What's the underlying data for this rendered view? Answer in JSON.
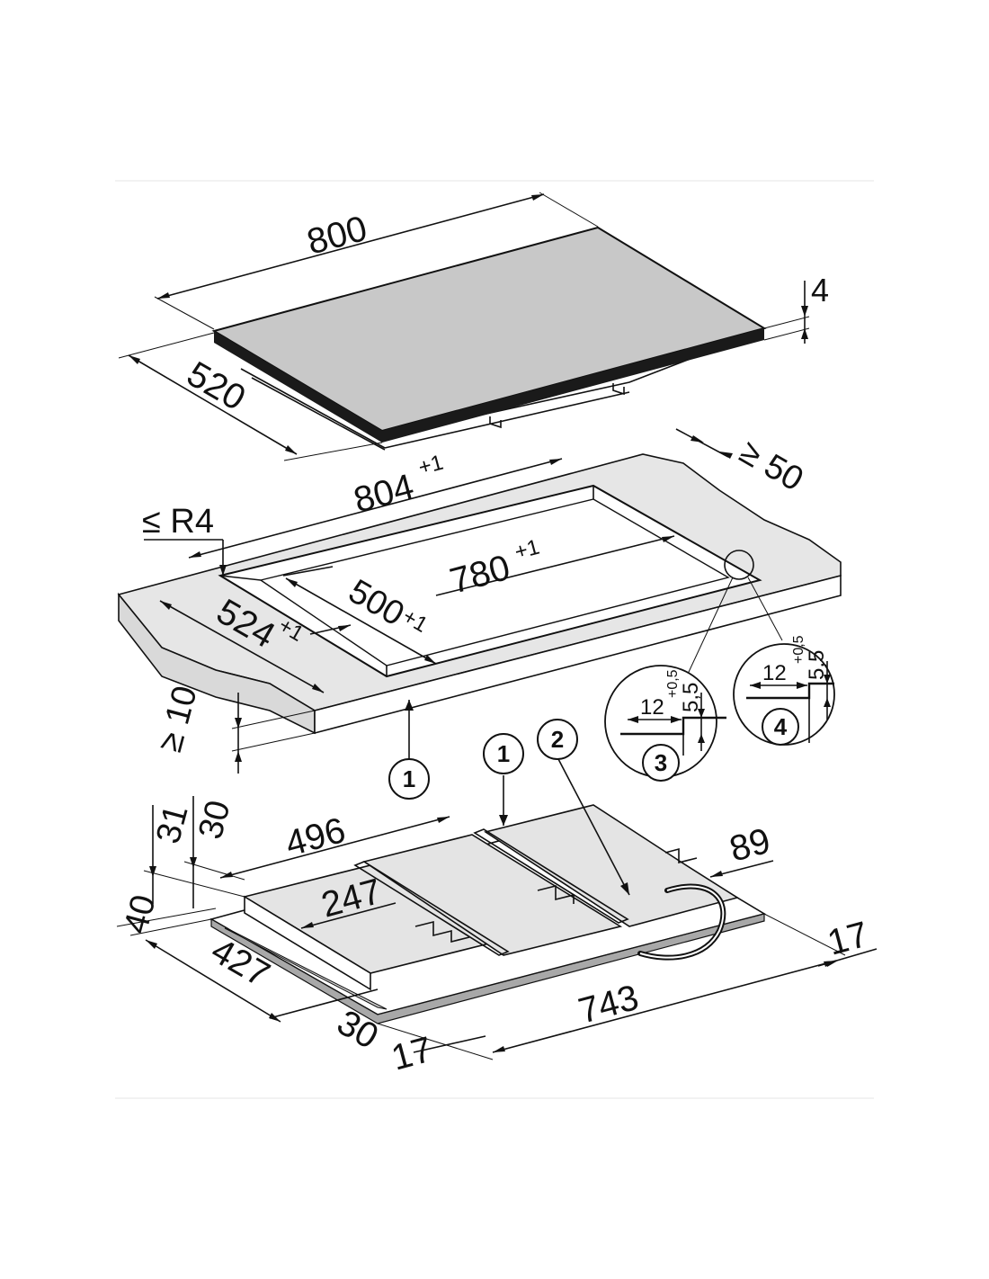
{
  "colors": {
    "glass_top": "#c8c8c8",
    "worktop": "#e6e6e6",
    "worktop_edge": "#d9d9d9",
    "underside_panel": "#e4e4e4",
    "frame": "#a8a8a8",
    "line": "#111111",
    "background": "#ffffff",
    "rule": "#eeeeee"
  },
  "hob": {
    "width": "800",
    "depth": "520",
    "thickness": "4"
  },
  "cutout": {
    "width": "804",
    "width_tol": "+1",
    "depth": "524",
    "depth_tol": "+1",
    "inner_width": "780",
    "inner_width_tol": "+1",
    "inner_depth": "500",
    "inner_depth_tol": "+1",
    "corner_radius": "≤ R4",
    "min_back_distance": "≥ 50",
    "min_worktop_thickness": "≥ 10"
  },
  "detail_3": {
    "label": "3",
    "width": "12",
    "width_tol": "+0,5",
    "depth": "5,5"
  },
  "detail_4": {
    "label": "4",
    "width": "12",
    "width_tol": "+0,5",
    "depth": "5,5"
  },
  "underside": {
    "d_496": "496",
    "d_247": "247",
    "d_89": "89",
    "d_17_right": "17",
    "d_743": "743",
    "d_17_bottom": "17",
    "d_30_bottom": "30",
    "d_427": "427",
    "d_40": "40",
    "d_31": "31",
    "d_30_top": "30"
  },
  "callouts": {
    "c1a": "1",
    "c1b": "1",
    "c2": "2"
  }
}
